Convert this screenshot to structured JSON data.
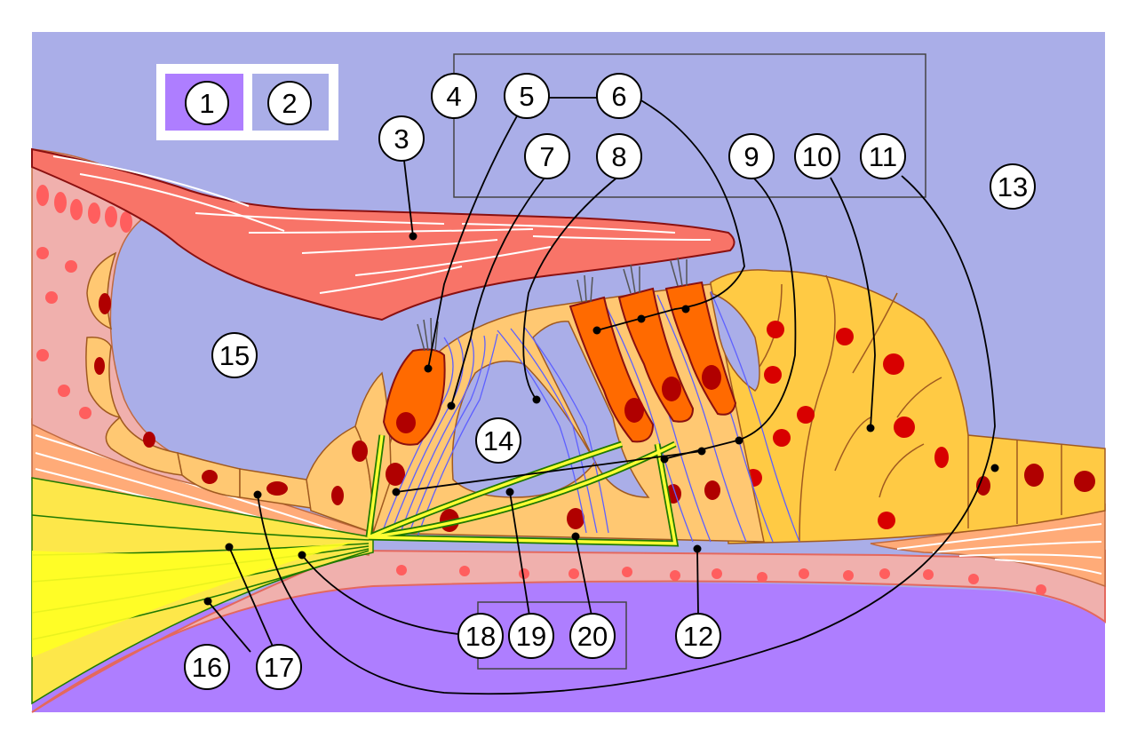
{
  "diagram": {
    "legend": [
      "1",
      "2"
    ],
    "callouts": [
      "3",
      "4",
      "5",
      "6",
      "7",
      "8",
      "9",
      "10",
      "11",
      "12",
      "13",
      "14",
      "15",
      "16",
      "17",
      "18",
      "19",
      "20"
    ]
  },
  "colors": {
    "endolymph": "#ae7eff",
    "perilymph": "#aaaee8",
    "tectorial_membrane": "#f87468",
    "hair_cell": "#ff6a00",
    "supporting_cell": "#ffca44",
    "nucleus": "#b00000",
    "nerve": "#ffff33",
    "nerve_border": "#1f7a00",
    "basilar_membrane": "#f0b0ad",
    "fiber_pink": "#ffab78"
  }
}
